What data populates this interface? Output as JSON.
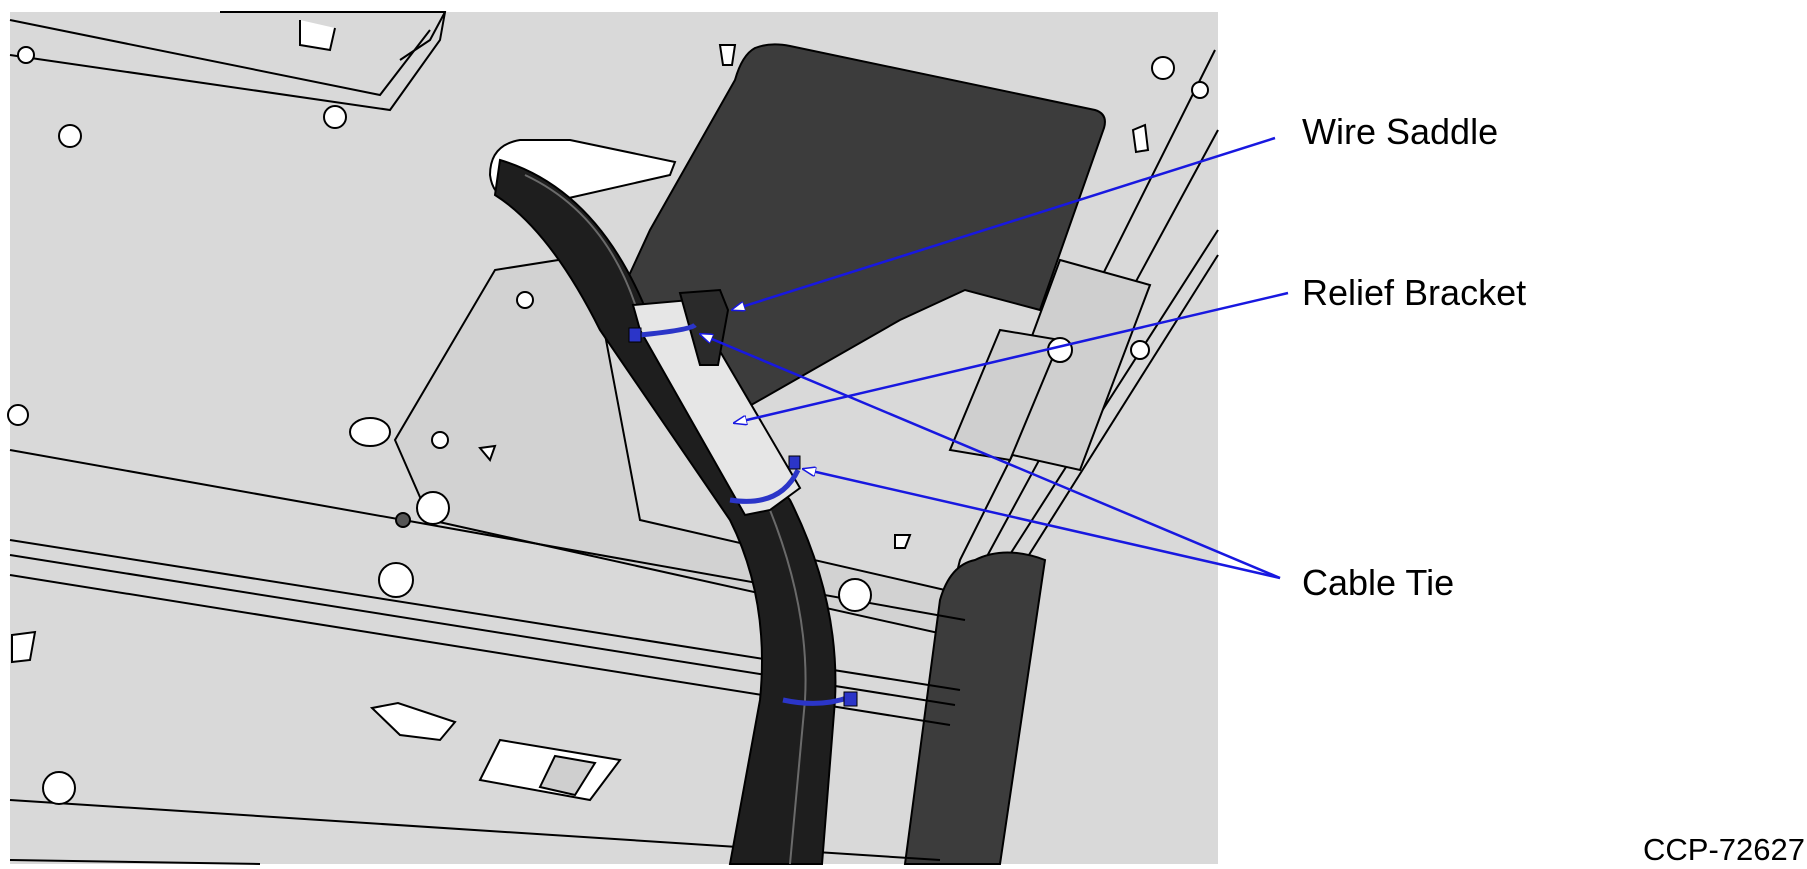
{
  "callouts": {
    "wire_saddle": "Wire Saddle",
    "relief_bracket": "Relief Bracket",
    "cable_tie": "Cable Tie"
  },
  "figure_id": "CCP-72627",
  "colors": {
    "panel": "#d9d9d9",
    "dark_plate": "#3c3c3c",
    "cable": "#1e1e1e",
    "cable_tie": "#2b35c8",
    "leader": "#1818e0",
    "outline": "#000000"
  }
}
